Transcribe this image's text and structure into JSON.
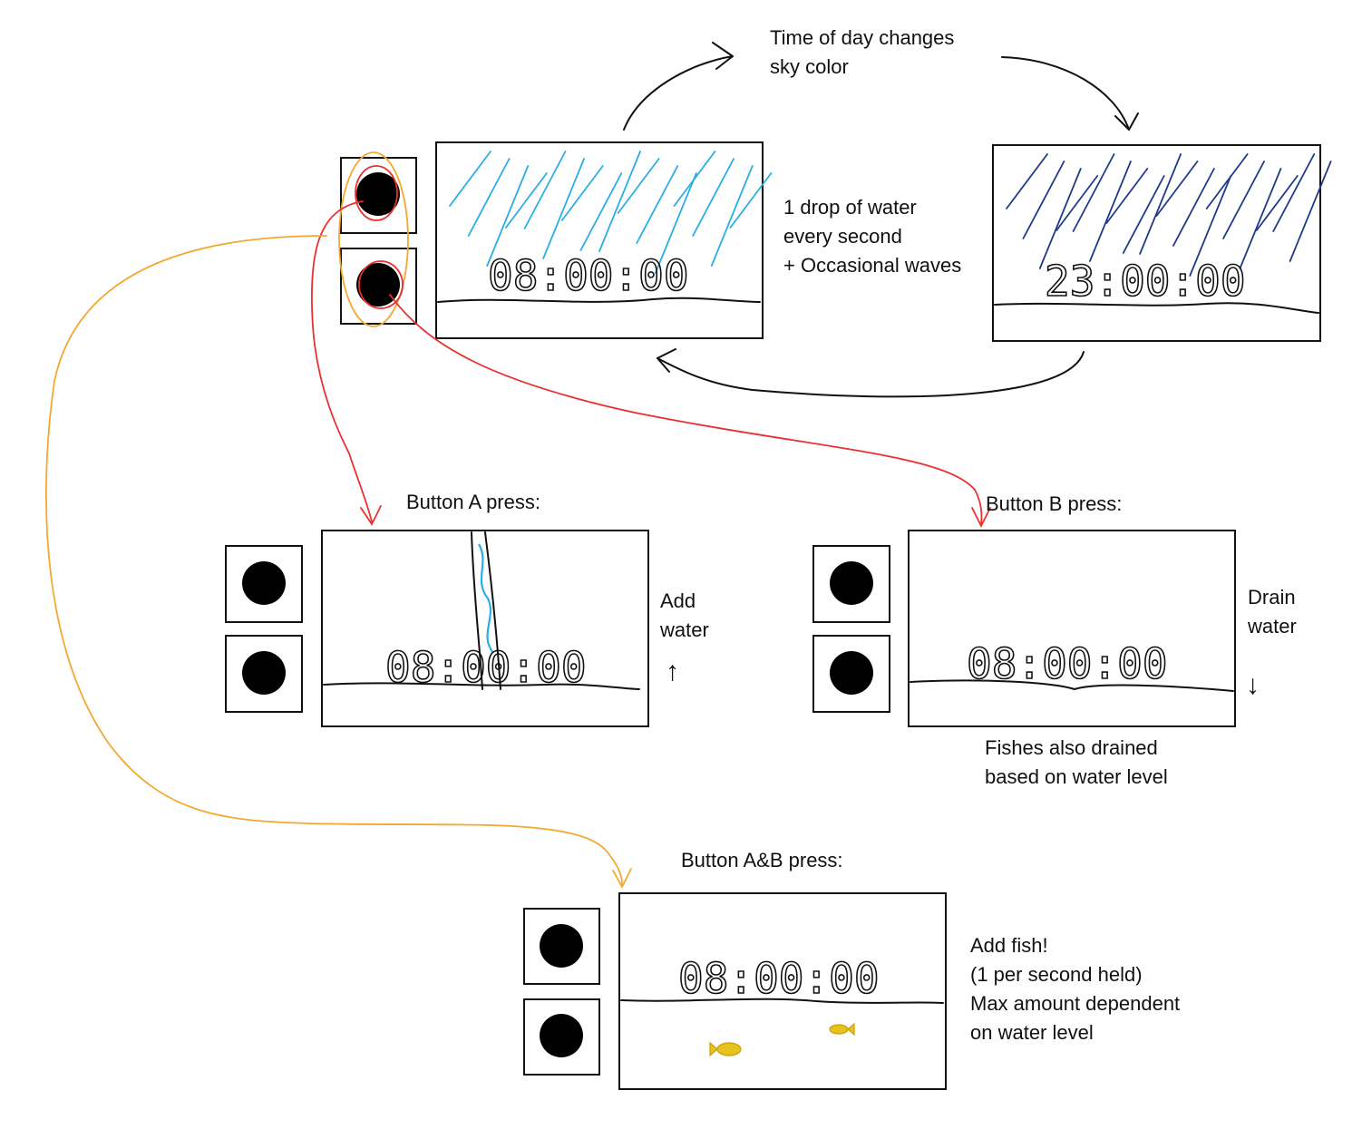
{
  "notes": {
    "time_of_day": "Time of day changes\nsky color",
    "drip": "1 drop of water\nevery second\n+ Occasional waves",
    "button_a_title": "Button A press:",
    "add_water": "Add\nwater",
    "button_b_title": "Button B press:",
    "drain_water": "Drain\nwater",
    "fishes_drained": "Fishes also drained\nbased on water level",
    "button_ab_title": "Button A&B press:",
    "add_fish": "Add fish!\n(1 per second held)\nMax amount dependent\non water level"
  },
  "clocks": {
    "day": "08:00:00",
    "night": "23:00:00",
    "button_a": "08:00:00",
    "button_b": "08:00:00",
    "button_ab": "08:00:00"
  },
  "arrows": {
    "up": "↑",
    "down": "↓"
  },
  "colors": {
    "sky_day": "#2aaee6",
    "sky_night": "#1f3a8a",
    "button_a_link": "#e8302e",
    "button_ab_link": "#f3a931",
    "fish": "#e8c21a"
  }
}
